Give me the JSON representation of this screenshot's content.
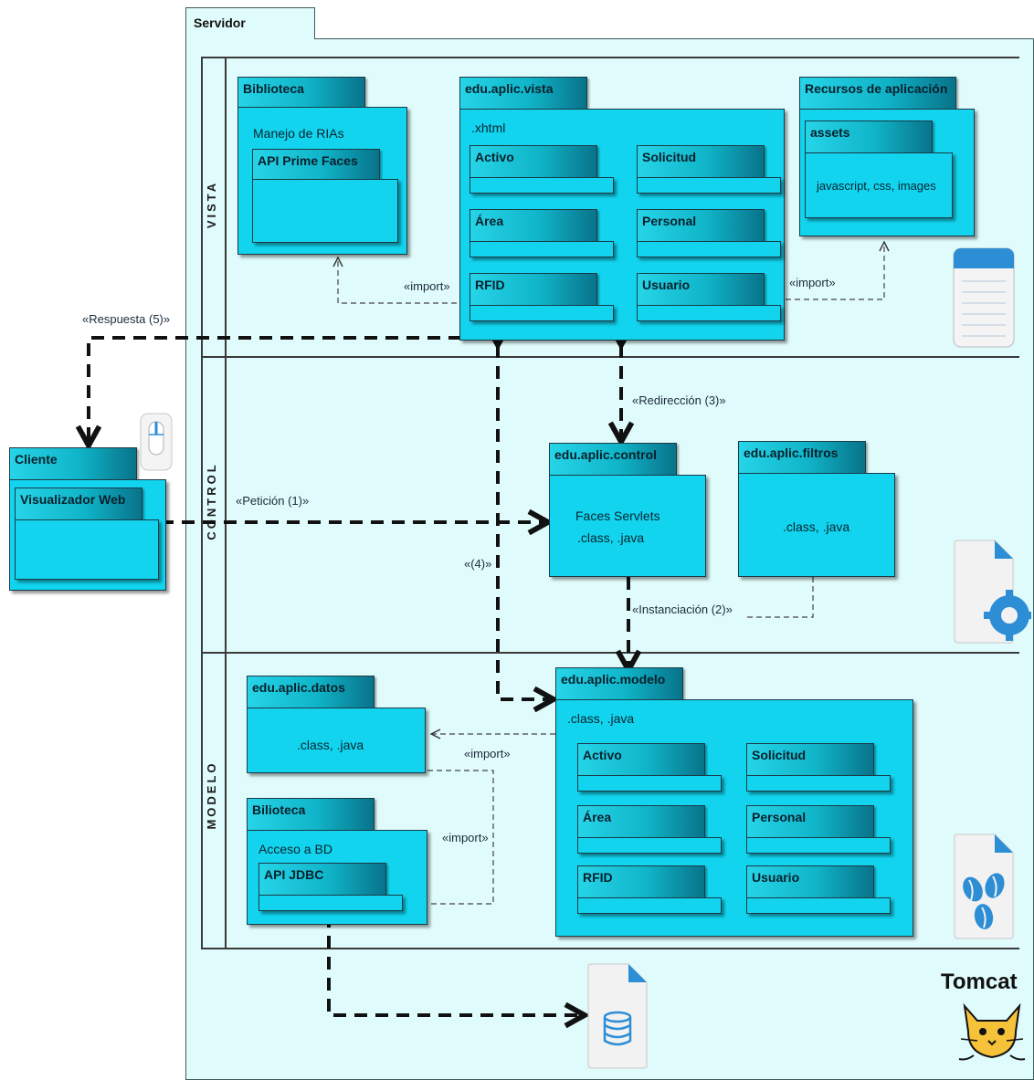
{
  "server": {
    "title": "Servidor"
  },
  "lanes": {
    "vista": "VISTA",
    "control": "CONTROL",
    "modelo": "MODELO"
  },
  "biblioteca_vista": {
    "name": "Biblioteca",
    "desc": "Manejo de RIAs",
    "inner": "API Prime Faces"
  },
  "vista_pkg": {
    "name": "edu.aplic.vista",
    "ext": ".xhtml",
    "items": [
      "Activo",
      "Solicitud",
      "Área",
      "Personal",
      "RFID",
      "Usuario"
    ]
  },
  "recursos": {
    "name": "Recursos de aplicación",
    "inner": "assets",
    "content": "javascript, css, images"
  },
  "cliente": {
    "name": "Cliente",
    "inner": "Visualizador Web"
  },
  "control_pkg": {
    "name": "edu.aplic.control",
    "line1": "Faces Servlets",
    "line2": ".class, .java"
  },
  "filtros_pkg": {
    "name": "edu.aplic.filtros",
    "content": ".class, .java"
  },
  "datos_pkg": {
    "name": "edu.aplic.datos",
    "content": ".class, .java"
  },
  "bilioteca_modelo": {
    "name": "Bilioteca",
    "desc": "Acceso a BD",
    "inner": "API JDBC"
  },
  "modelo_pkg": {
    "name": "edu.aplic.modelo",
    "ext": ".class, .java",
    "items": [
      "Activo",
      "Solicitud",
      "Área",
      "Personal",
      "RFID",
      "Usuario"
    ]
  },
  "connectors": {
    "import_vista_left": "«import»",
    "import_vista_right": "«import»",
    "respuesta": "«Respuesta (5)»",
    "redireccion": "«Redirección (3)»",
    "peticion": "«Petición (1)»",
    "step4": "«(4)»",
    "instanciacion": "«Instanciación (2)»",
    "import_modelo_datos": "«import»",
    "import_modelo_jdbc": "«import»"
  },
  "branding": {
    "server_name": "Tomcat"
  },
  "icons": [
    "notepad-icon",
    "mouse-icon",
    "file-gear-icon",
    "file-coffee-icon",
    "database-file-icon",
    "tomcat-logo-icon"
  ],
  "colors": {
    "package": "#12d4ee",
    "background": "#e0fbfb",
    "arrow": "#111111"
  }
}
